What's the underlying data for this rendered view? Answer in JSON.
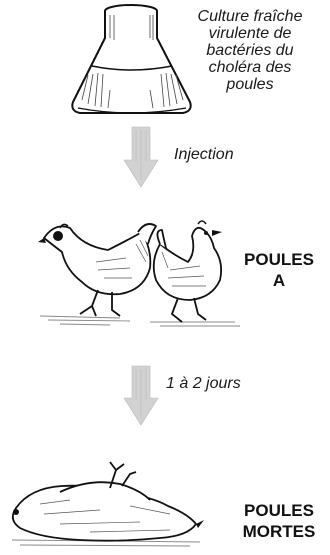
{
  "flask": {
    "caption_lines": [
      "Culture fraîche",
      "virulente de",
      "bactéries du",
      "choléra des",
      "poules"
    ]
  },
  "arrow1": {
    "label": "Injection"
  },
  "hens": {
    "label_lines": [
      "POULES",
      "A"
    ]
  },
  "arrow2": {
    "label": "1 à 2 jours"
  },
  "dead_hens": {
    "label_lines": [
      "POULES",
      "MORTES"
    ]
  },
  "colors": {
    "ink": "#111111",
    "arrow_gray": "#d4d4d4",
    "shadow_gray": "#9a9a9a"
  }
}
